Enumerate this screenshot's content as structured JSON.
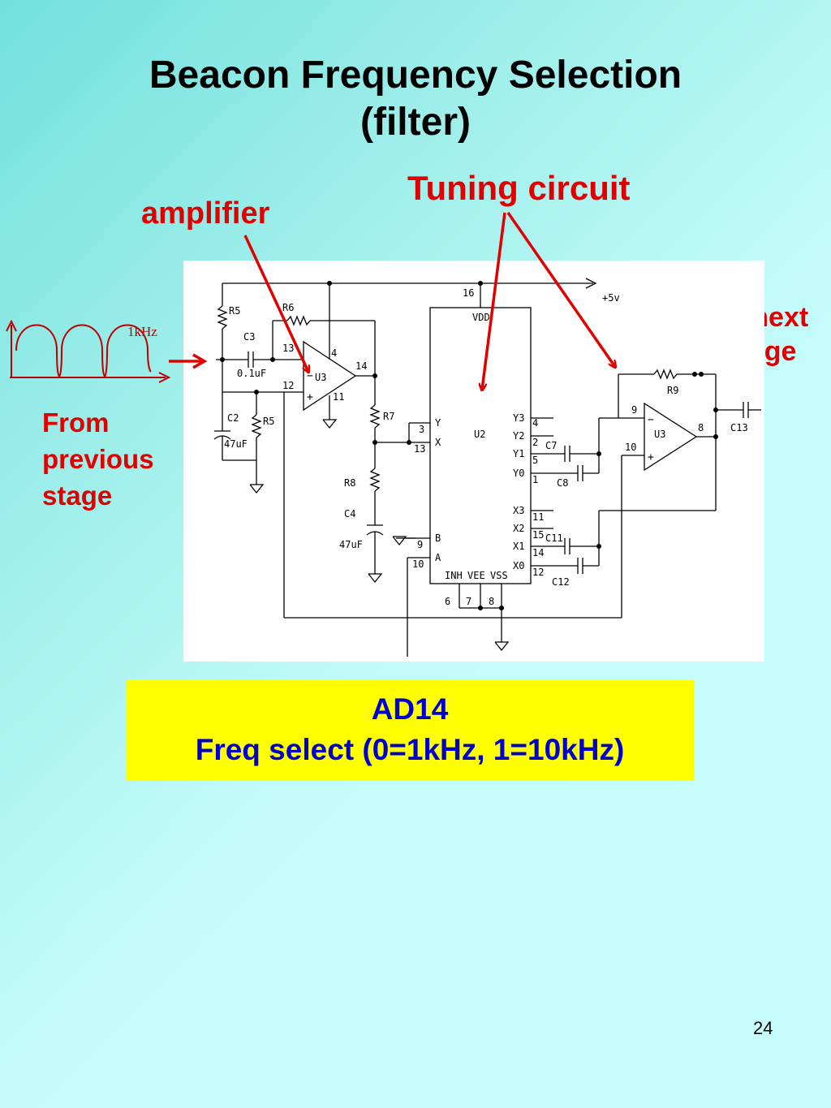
{
  "slide": {
    "title_line1": "Beacon Frequency Selection",
    "title_line2": "(filter)",
    "page_number": "24"
  },
  "annotations": {
    "tuning_circuit": "Tuning circuit",
    "amplifier": "amplifier",
    "to_next_line1": "To next",
    "to_next_line2": "stage",
    "from_prev_line1": "From",
    "from_prev_line2": "previous",
    "from_prev_line3": "stage",
    "wave_freq": "1kHz"
  },
  "info_box": {
    "line1": "AD14",
    "line2": "Freq select (0=1kHz, 1=10kHz)"
  },
  "schematic": {
    "supply": "+5v",
    "labels": {
      "r5_top": "R5",
      "r6": "R6",
      "c3": "C3",
      "c3_value": "0.1uF",
      "c2": "C2",
      "c2_value": "47uF",
      "r5_bottom": "R5",
      "r7": "R7",
      "r8": "R8",
      "c4": "C4",
      "c4_value": "47uF",
      "u3_left": "U3",
      "u3_right": "U3",
      "u2": "U2",
      "vdd": "VDD",
      "r9": "R9",
      "c13": "C13",
      "c7": "C7",
      "c8": "C8",
      "c11": "C11",
      "c12": "C12",
      "pin_y": "Y",
      "pin_x": "X",
      "pin_b": "B",
      "pin_a": "A",
      "pin_y3": "Y3",
      "pin_y2": "Y2",
      "pin_y1": "Y1",
      "pin_y0": "Y0",
      "pin_x3": "X3",
      "pin_x2": "X2",
      "pin_x1": "X1",
      "pin_x0": "X0",
      "pin_inh": "INH",
      "pin_vee": "VEE",
      "pin_vss": "VSS",
      "minus": "−",
      "plus": "+"
    },
    "pins": {
      "p13a": "13",
      "p12": "12",
      "p4": "4",
      "p14a": "14",
      "p11a": "11",
      "p16": "16",
      "p3": "3",
      "p13b": "13",
      "p9a": "9",
      "p10a": "10",
      "p6": "6",
      "p7": "7",
      "p8a": "8",
      "p4r": "4",
      "p2": "2",
      "p5": "5",
      "p1": "1",
      "p11r": "11",
      "p15": "15",
      "p14r": "14",
      "p12r": "12",
      "p9b": "9",
      "p10b": "10",
      "p8b": "8"
    }
  },
  "colors": {
    "title": "#000000",
    "annotation": "#e00000",
    "info_text": "#0000cc",
    "info_bg": "#ffff00",
    "wave": "#c00000"
  }
}
